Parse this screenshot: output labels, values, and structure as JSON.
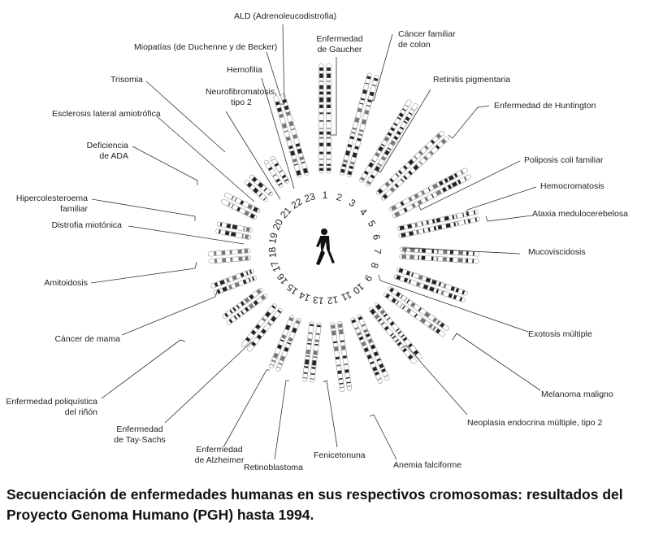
{
  "diagram": {
    "chromosomes": [
      {
        "number": "1",
        "relative_length": 135
      },
      {
        "number": "2",
        "relative_length": 130
      },
      {
        "number": "3",
        "relative_length": 118
      },
      {
        "number": "4",
        "relative_length": 112
      },
      {
        "number": "5",
        "relative_length": 108
      },
      {
        "number": "6",
        "relative_length": 102
      },
      {
        "number": "7",
        "relative_length": 98
      },
      {
        "number": "8",
        "relative_length": 92
      },
      {
        "number": "9",
        "relative_length": 90
      },
      {
        "number": "10",
        "relative_length": 88
      },
      {
        "number": "11",
        "relative_length": 88
      },
      {
        "number": "12",
        "relative_length": 86
      },
      {
        "number": "13",
        "relative_length": 74
      },
      {
        "number": "14",
        "relative_length": 70
      },
      {
        "number": "15",
        "relative_length": 66
      },
      {
        "number": "16",
        "relative_length": 60
      },
      {
        "number": "17",
        "relative_length": 56
      },
      {
        "number": "18",
        "relative_length": 52
      },
      {
        "number": "19",
        "relative_length": 44
      },
      {
        "number": "20",
        "relative_length": 48
      },
      {
        "number": "21",
        "relative_length": 36
      },
      {
        "number": "22",
        "relative_length": 38
      },
      {
        "number": "23",
        "relative_length": 105
      }
    ],
    "labels": {
      "ald": "ALD (Adrenoleucodistrofia)",
      "miopatias": "Miopatías (de Duchenne y de Becker)",
      "hemofilia": "Hemofilia",
      "trisomia": "Trisomia",
      "neurofibromatosis_1": "Neurofibromatosis,",
      "neurofibromatosis_2": "tipo 2",
      "esclerosis": "Esclerosis lateral amiotrófica",
      "ada_1": "Deficiencia",
      "ada_2": "de ADA",
      "hiper_1": "Hipercolesteroema",
      "hiper_2": "familiar",
      "distrofia": "Distrofia miotónica",
      "amitoidosis": "Amitoidosis",
      "cancer_mama": "Cáncer de mama",
      "poliq_1": "Enfermedad poliquística",
      "poliq_2": "del riñón",
      "tay_1": "Enfermedad",
      "tay_2": "de Tay-Sachs",
      "alz_1": "Enfermedad",
      "alz_2": "de Alzheimer",
      "retinoblastoma": "Retinoblastoma",
      "fenicetonuna": "Fenicetonuna",
      "anemia": "Anemia falciforme",
      "neoplasia": "Neoplasia endocrina múltiple, tipo 2",
      "melanoma": "Melanoma maligno",
      "exotosis": "Exotosis múltiple",
      "mucoviscidosis": "Mucoviscidosis",
      "ataxia": "Ataxia medulocerebelosa",
      "hemocromatosis": "Hemocromatosis",
      "poliposis": "Poliposis coli familiar",
      "huntington": "Enfermedad de Huntington",
      "retinitis": "Retinitis pigmentaria",
      "colon_1": "Cáncer familiar",
      "colon_2": "de colon",
      "gaucher_1": "Enfermedad",
      "gaucher_2": "de Gaucher"
    }
  },
  "caption": {
    "line1": "Secuenciación de enfermedades humanas en sus respectivos cromosomas: resultados del",
    "line2": "Proyecto Genoma Humano (PGH) hasta 1994."
  }
}
